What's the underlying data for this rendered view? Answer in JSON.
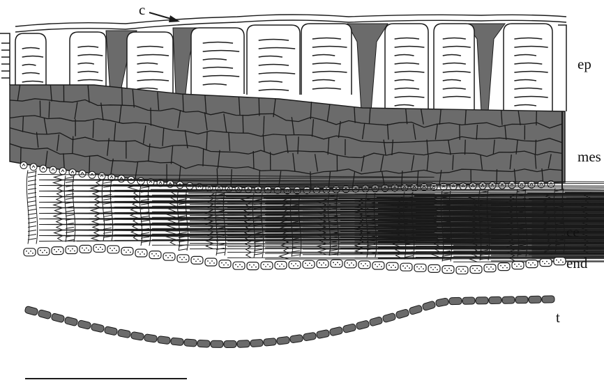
{
  "labels": {
    "cuticle": "c",
    "epidermis": "ep",
    "mesophyll": "mes",
    "crystal_epidermis": "ce",
    "endotesta": "end",
    "tegmen": "t"
  },
  "colors": {
    "ink": "#1a1a1a",
    "grey_fill": "#6b6b6b",
    "paper": "#ffffff"
  },
  "icons": {
    "cuticle_pointer": "arrow-right-icon"
  }
}
